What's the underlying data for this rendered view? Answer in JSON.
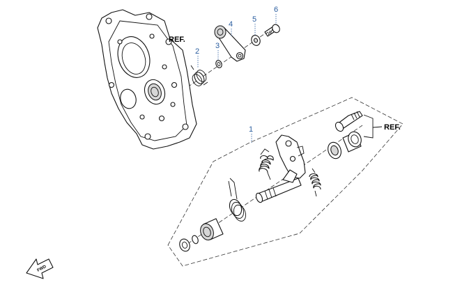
{
  "callouts": {
    "c1": "1",
    "c2": "2",
    "c3": "3",
    "c4": "4",
    "c5": "5",
    "c6": "6"
  },
  "ref_labels": {
    "cover": "REF.",
    "shaft": "REF."
  },
  "direction_arrow": {
    "label": "FWD",
    "icon": "direction-arrow-icon"
  }
}
